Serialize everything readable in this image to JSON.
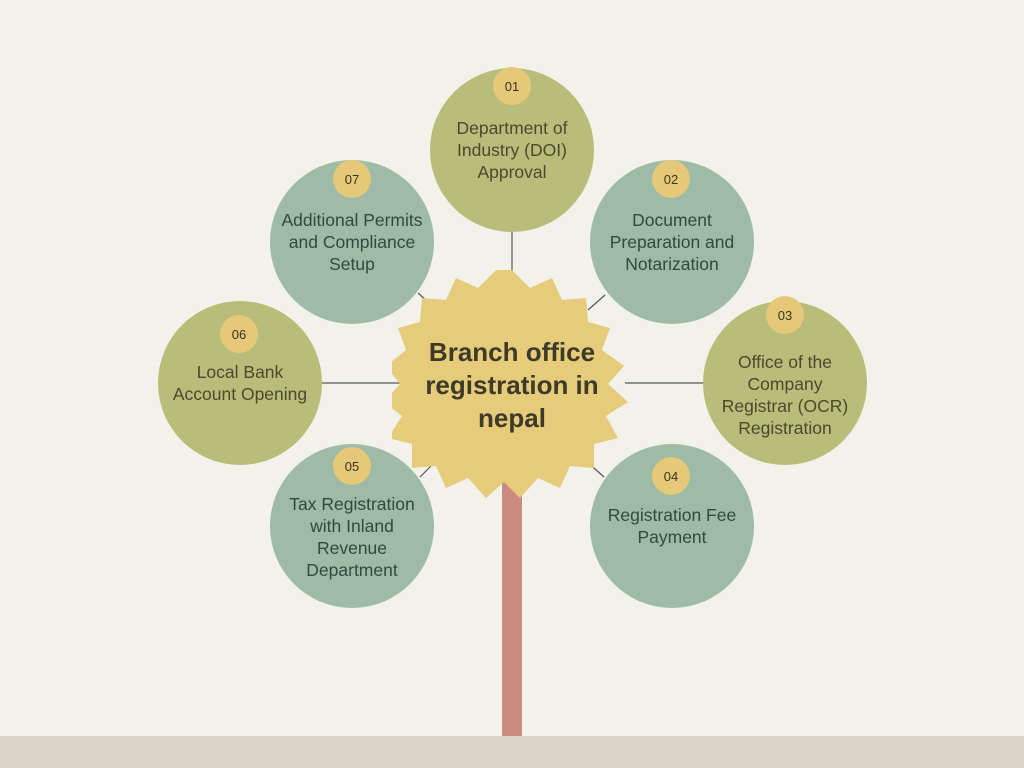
{
  "diagram": {
    "title": "Branch office registration in nepal",
    "colors": {
      "background": "#f2f2ea",
      "ground": "#ddd4c9",
      "stem": "#cc8b80",
      "center": "#e5cb7a",
      "olive_node": "#b8bd7a",
      "sage_node": "#9dbba6",
      "badge": "#e5c978",
      "connector": "#555555"
    },
    "steps": [
      {
        "number": "01",
        "label": "Department of Industry (DOI) Approval"
      },
      {
        "number": "02",
        "label": "Document Preparation and Notarization"
      },
      {
        "number": "03",
        "label": "Office of the Company Registrar (OCR) Registration"
      },
      {
        "number": "04",
        "label": "Registration Fee Payment"
      },
      {
        "number": "05",
        "label": "Tax Registration with Inland Revenue Department"
      },
      {
        "number": "06",
        "label": "Local Bank Account Opening"
      },
      {
        "number": "07",
        "label": "Additional Permits and Compliance Setup"
      }
    ]
  }
}
